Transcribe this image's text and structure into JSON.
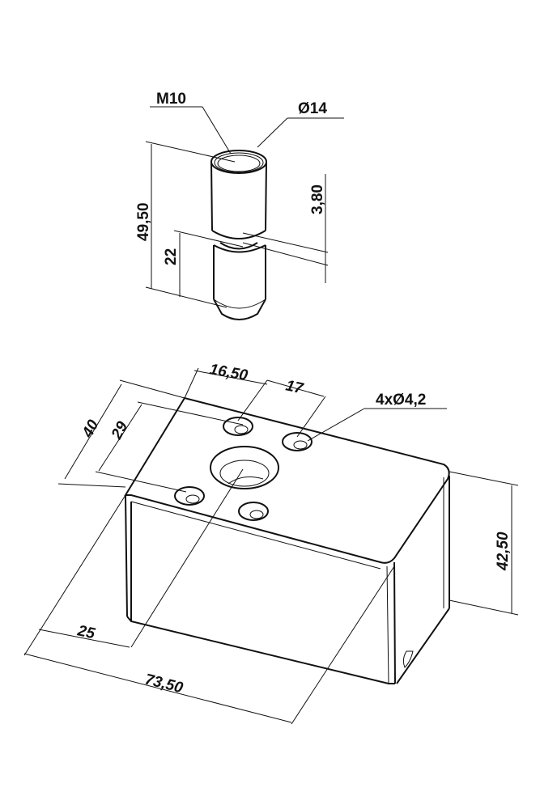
{
  "pin": {
    "thread": "M10",
    "diameter": "Ø14",
    "total_length": "49,50",
    "lower_length": "22",
    "gap": "3,80"
  },
  "block": {
    "hole_spacing_a": "16,50",
    "hole_spacing_b": "17",
    "holes": "4xØ4,2",
    "depth_outer": "40",
    "depth_inner": "29",
    "height": "42,50",
    "center_offset": "25",
    "length": "73,50"
  }
}
